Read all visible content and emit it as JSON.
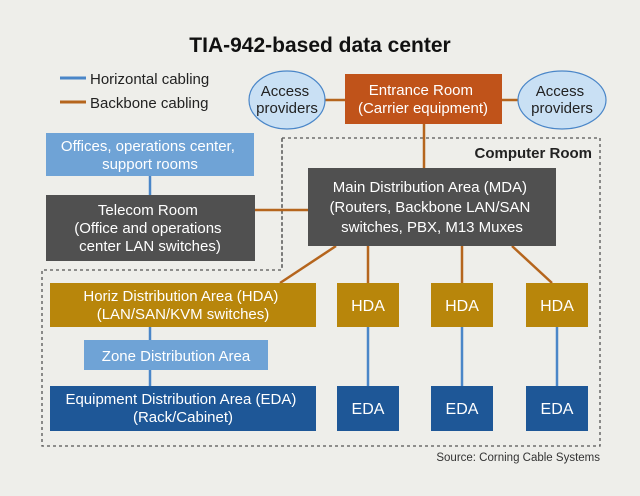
{
  "title": "TIA-942-based data center",
  "legend": {
    "horizontal": "Horizontal cabling",
    "backbone": "Backbone cabling"
  },
  "colors": {
    "background": "#eeeeea",
    "horizontal_line": "#4a86c8",
    "backbone_line": "#b5651d",
    "entrance_fill": "#c0531a",
    "dark_fill": "#505050",
    "hda_fill": "#b8860b",
    "light_blue_fill": "#6fa3d6",
    "eda_fill": "#1e5797",
    "oval_fill": "#c9e0f4",
    "dashed_border": "#555555"
  },
  "nodes": {
    "access_left": [
      "Access",
      "providers"
    ],
    "access_right": [
      "Access",
      "providers"
    ],
    "entrance": [
      "Entrance Room",
      "(Carrier equipment)"
    ],
    "offices": [
      "Offices, operations center,",
      "support rooms"
    ],
    "telecom": [
      "Telecom Room",
      "(Office and operations",
      "center LAN switches)"
    ],
    "mda": [
      "Main Distribution Area (MDA)",
      "(Routers, Backbone LAN/SAN",
      "switches, PBX, M13 Muxes"
    ],
    "hda_main": [
      "Horiz Distribution Area (HDA)",
      "(LAN/SAN/KVM switches)"
    ],
    "hda": "HDA",
    "zone": [
      "Zone Distribution Area"
    ],
    "eda_main": [
      "Equipment Distribution Area (EDA)",
      "(Rack/Cabinet)"
    ],
    "eda": "EDA"
  },
  "computer_room_label": "Computer Room",
  "source": "Source: Corning Cable Systems"
}
